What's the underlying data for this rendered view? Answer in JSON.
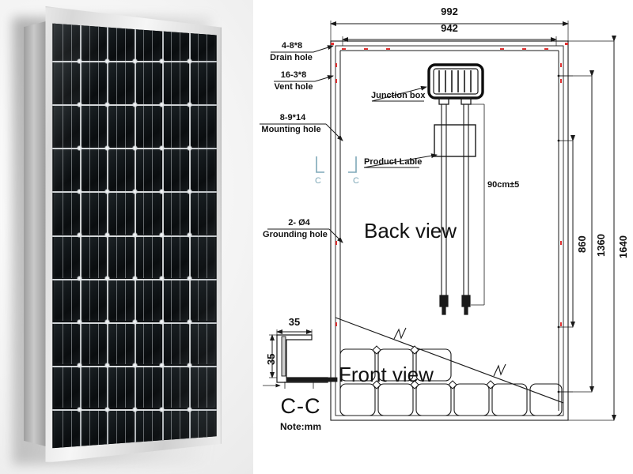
{
  "document": {
    "title": "Solar panel mechanical drawing",
    "note": "Note:mm",
    "section_title": "C-C"
  },
  "photo": {
    "alt": "monocrystalline solar module angled view",
    "cell_columns": 6,
    "cell_rows": 10,
    "frame_color": "#d8d8d8",
    "cell_color": "#121719"
  },
  "drawing": {
    "views": {
      "back": "Back view",
      "front": "Front view"
    },
    "top_dimensions": [
      {
        "name": "outer-width",
        "value": "992"
      },
      {
        "name": "inner-width",
        "value": "942"
      }
    ],
    "right_dimensions": [
      {
        "name": "mounting-hole-span",
        "value": "860"
      },
      {
        "name": "mounting-hole-outer-span",
        "value": "1360"
      },
      {
        "name": "overall-length",
        "value": "1640"
      }
    ],
    "callouts": [
      {
        "name": "drain-hole",
        "spec": "4-8*8",
        "label": "Drain hole"
      },
      {
        "name": "vent-hole",
        "spec": "16-3*8",
        "label": "Vent hole"
      },
      {
        "name": "mounting-hole",
        "spec": "8-9*14",
        "label": "Mounting hole"
      },
      {
        "name": "grounding-hole",
        "spec": "2- Ø4",
        "label": "Grounding hole"
      }
    ],
    "part_labels": [
      {
        "name": "junction-box",
        "label": "Junction box"
      },
      {
        "name": "product-label",
        "label": "Product Lable"
      }
    ],
    "cable_dimension": "90cm±5",
    "section_markers": [
      {
        "name": "section-marker-left",
        "label": "C"
      },
      {
        "name": "section-marker-right",
        "label": "C"
      }
    ],
    "section_detail": {
      "name": "frame-cross-section",
      "width": "35",
      "height": "35",
      "title": "C-C",
      "note": "Note:mm"
    },
    "hole_marker_color": "#e03030",
    "line_color": "#1a1a1a"
  }
}
